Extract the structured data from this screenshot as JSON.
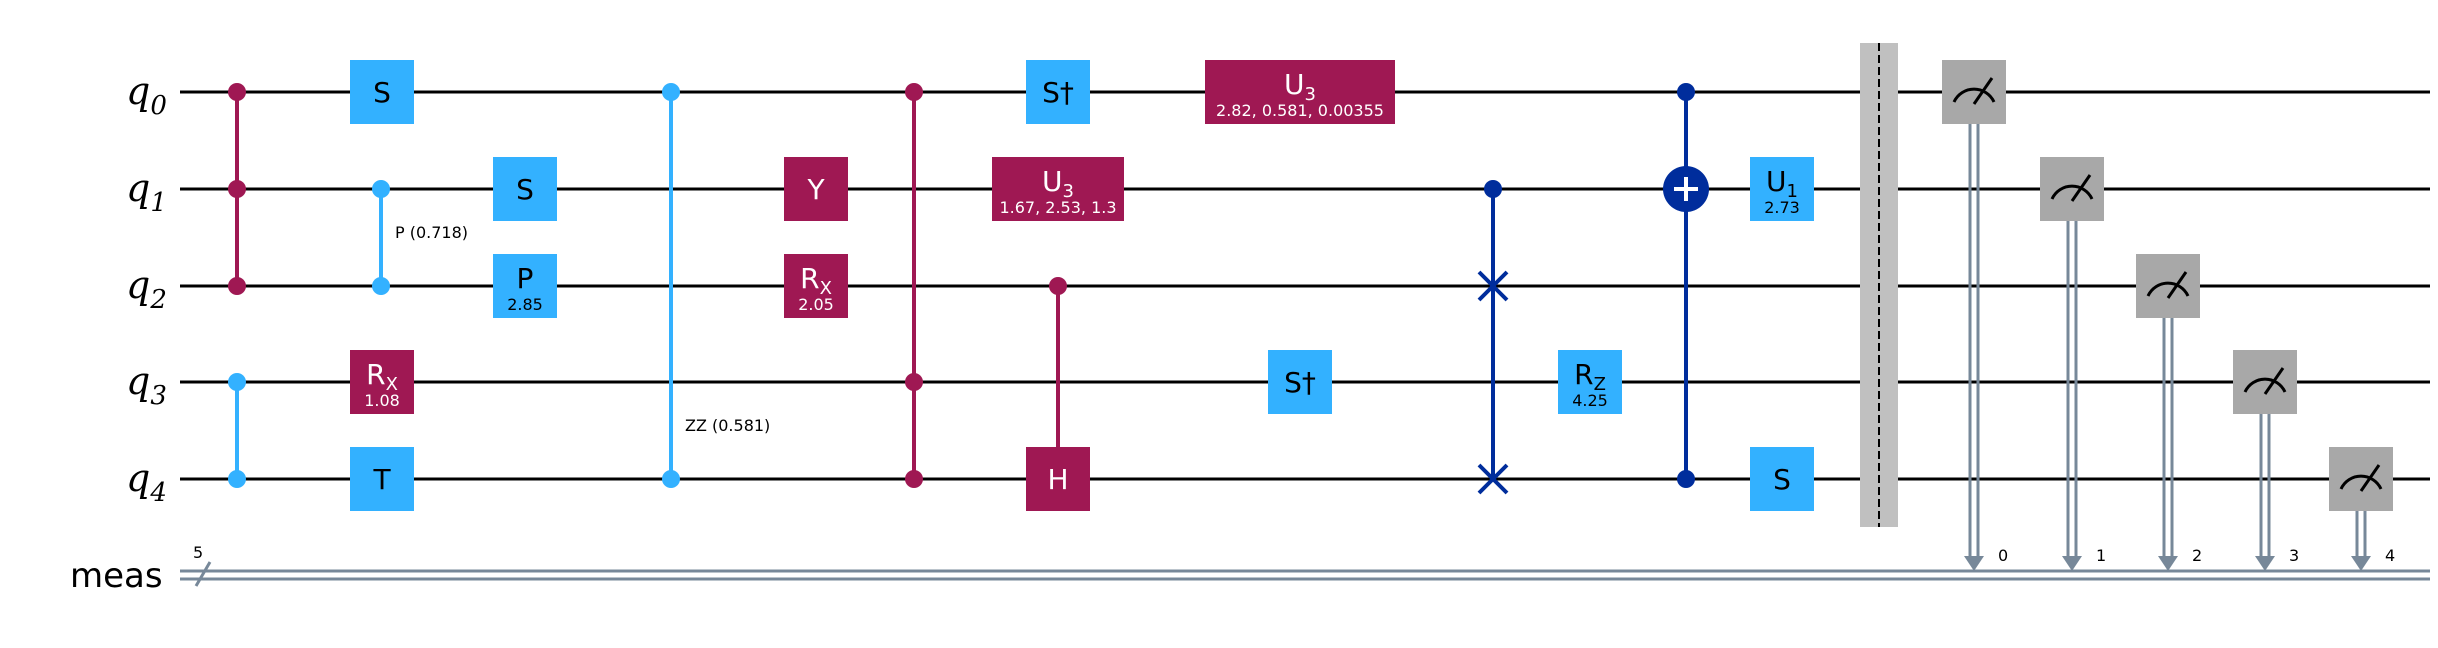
{
  "colors": {
    "light_blue": "#33b1ff",
    "magenta": "#9f1853",
    "navy": "#002d9c",
    "gray": "#a8a8a8",
    "barrier": "#c0c0c0",
    "classical": "#778899"
  },
  "qubits": [
    {
      "label": "q",
      "sub": "0"
    },
    {
      "label": "q",
      "sub": "1"
    },
    {
      "label": "q",
      "sub": "2"
    },
    {
      "label": "q",
      "sub": "3"
    },
    {
      "label": "q",
      "sub": "4"
    }
  ],
  "classical_register": {
    "label": "meas",
    "size": "5",
    "bits": [
      "0",
      "1",
      "2",
      "3",
      "4"
    ]
  },
  "gates": [
    {
      "name": "gate-s-q0",
      "label": "S",
      "param": "",
      "color": "light_blue"
    },
    {
      "name": "gate-rx-q3",
      "label": "R",
      "sub": "X",
      "param": "1.08",
      "color": "magenta"
    },
    {
      "name": "gate-t-q4",
      "label": "T",
      "param": "",
      "color": "light_blue"
    },
    {
      "name": "gate-s-q1",
      "label": "S",
      "param": "",
      "color": "light_blue"
    },
    {
      "name": "gate-p-q2",
      "label": "P",
      "param": "2.85",
      "color": "light_blue"
    },
    {
      "name": "gate-y-q1",
      "label": "Y",
      "param": "",
      "color": "magenta"
    },
    {
      "name": "gate-rx-q2",
      "label": "R",
      "sub": "X",
      "param": "2.05",
      "color": "magenta"
    },
    {
      "name": "gate-sdg-q0",
      "label": "S†",
      "param": "",
      "color": "light_blue"
    },
    {
      "name": "gate-u3-q1",
      "label": "U",
      "sub": "3",
      "param": "1.67, 2.53, 1.3",
      "color": "magenta"
    },
    {
      "name": "gate-h-q4",
      "label": "H",
      "param": "",
      "color": "magenta"
    },
    {
      "name": "gate-sdg-q3",
      "label": "S†",
      "param": "",
      "color": "light_blue"
    },
    {
      "name": "gate-u3-q0",
      "label": "U",
      "sub": "3",
      "param": "2.82, 0.581, 0.00355",
      "color": "magenta"
    },
    {
      "name": "gate-rz-q3",
      "label": "R",
      "sub": "Z",
      "param": "4.25",
      "color": "light_blue"
    },
    {
      "name": "gate-u1-q1",
      "label": "U",
      "sub": "1",
      "param": "2.73",
      "color": "light_blue"
    },
    {
      "name": "gate-s-q4",
      "label": "S",
      "param": "",
      "color": "light_blue"
    }
  ],
  "annotations": {
    "cp_label": "P (0.718)",
    "rzz_label": "ZZ (0.581)"
  }
}
